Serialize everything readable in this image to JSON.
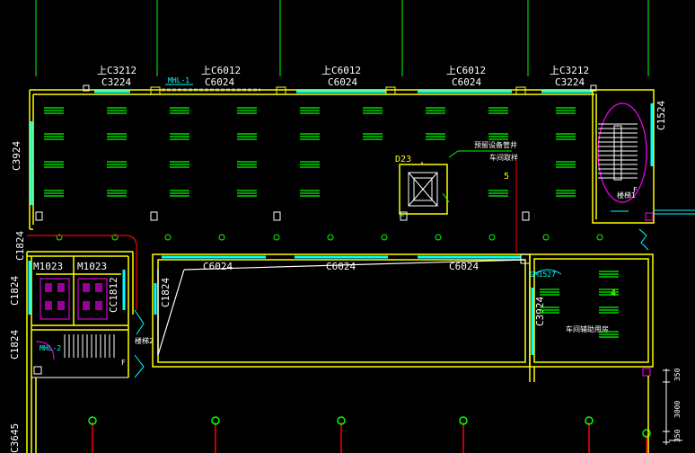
{
  "windows": {
    "top": [
      {
        "alt": "上C3212",
        "main": "C3224"
      },
      {
        "alt": "上C6012",
        "main": "C6024"
      },
      {
        "alt": "上C6012",
        "main": "C6024"
      },
      {
        "alt": "上C6012",
        "main": "C6024"
      },
      {
        "alt": "上C3212",
        "main": "C3224"
      }
    ],
    "inner": [
      "C6024",
      "C6024",
      "C6024"
    ],
    "right_stair": "C1524",
    "left": [
      "C3924",
      "C1824",
      "C1824",
      "C1824"
    ],
    "inner_left": "C1824",
    "inner_right": "C3924",
    "wc": "CC1812",
    "bottom_left": "C3645",
    "gm": "GM1527"
  },
  "doors": [
    "M1023",
    "M1023"
  ],
  "rooms": {
    "stair_right": "楼梯1",
    "stair_left": "楼梯2",
    "elevator_note_1": "预留设备管井",
    "elevator_note_2": "车间取样",
    "elevator_num": "5",
    "room4_name": "车间辅助用房",
    "room4_num": "4",
    "elevator_tag": "D23",
    "f_left": "F",
    "f_right": "F"
  },
  "markers": {
    "mark1": "MHL-1",
    "mark2": "MHL-2"
  },
  "dims": {
    "d1": "350",
    "d2": "3000",
    "d3": "350"
  },
  "colors": {
    "wall": "#ffff00",
    "window": "#00ffff",
    "gridline": "#00ff00",
    "axis": "#ff0000",
    "text": "#ffffff",
    "background": "#000000"
  }
}
